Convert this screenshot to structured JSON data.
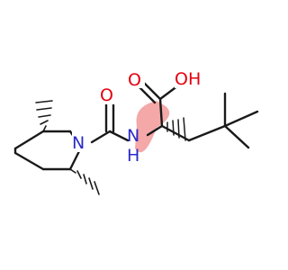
{
  "molecule": {
    "highlight_color": "#f4a3a3",
    "bond_color": "#1a1a1a",
    "atom_colors": {
      "O": "#e3000f",
      "N": "#2a2ac8"
    },
    "labels": {
      "carbonyl_o_acid": "O",
      "hydroxyl": "OH",
      "carbonyl_o_urea": "O",
      "amide_n": "N",
      "amide_h": "H",
      "ring_n": "N"
    }
  }
}
